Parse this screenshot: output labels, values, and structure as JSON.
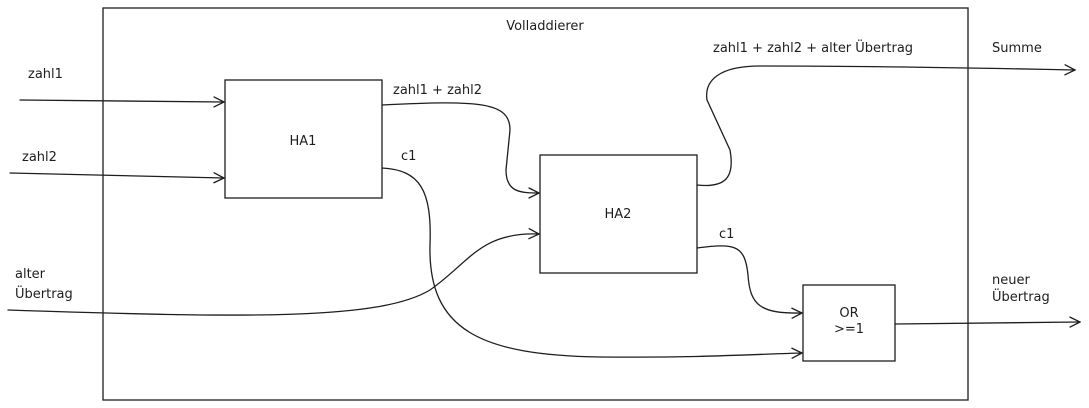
{
  "title": "Volladdierer",
  "blocks": {
    "ha1": "HA1",
    "ha2": "HA2",
    "or_line1": "OR",
    "or_line2": ">=1"
  },
  "inputs": {
    "zahl1": "zahl1",
    "zahl2": "zahl2",
    "alter_line1": "alter",
    "alter_line2": "Übertrag"
  },
  "signals": {
    "ha1_sum": "zahl1 + zahl2",
    "ha1_carry": "c1",
    "ha2_carry": "c1",
    "total_sum": "zahl1 + zahl2 + alter Übertrag"
  },
  "outputs": {
    "summe": "Summe",
    "neuer_line1": "neuer",
    "neuer_line2": "Übertrag"
  }
}
